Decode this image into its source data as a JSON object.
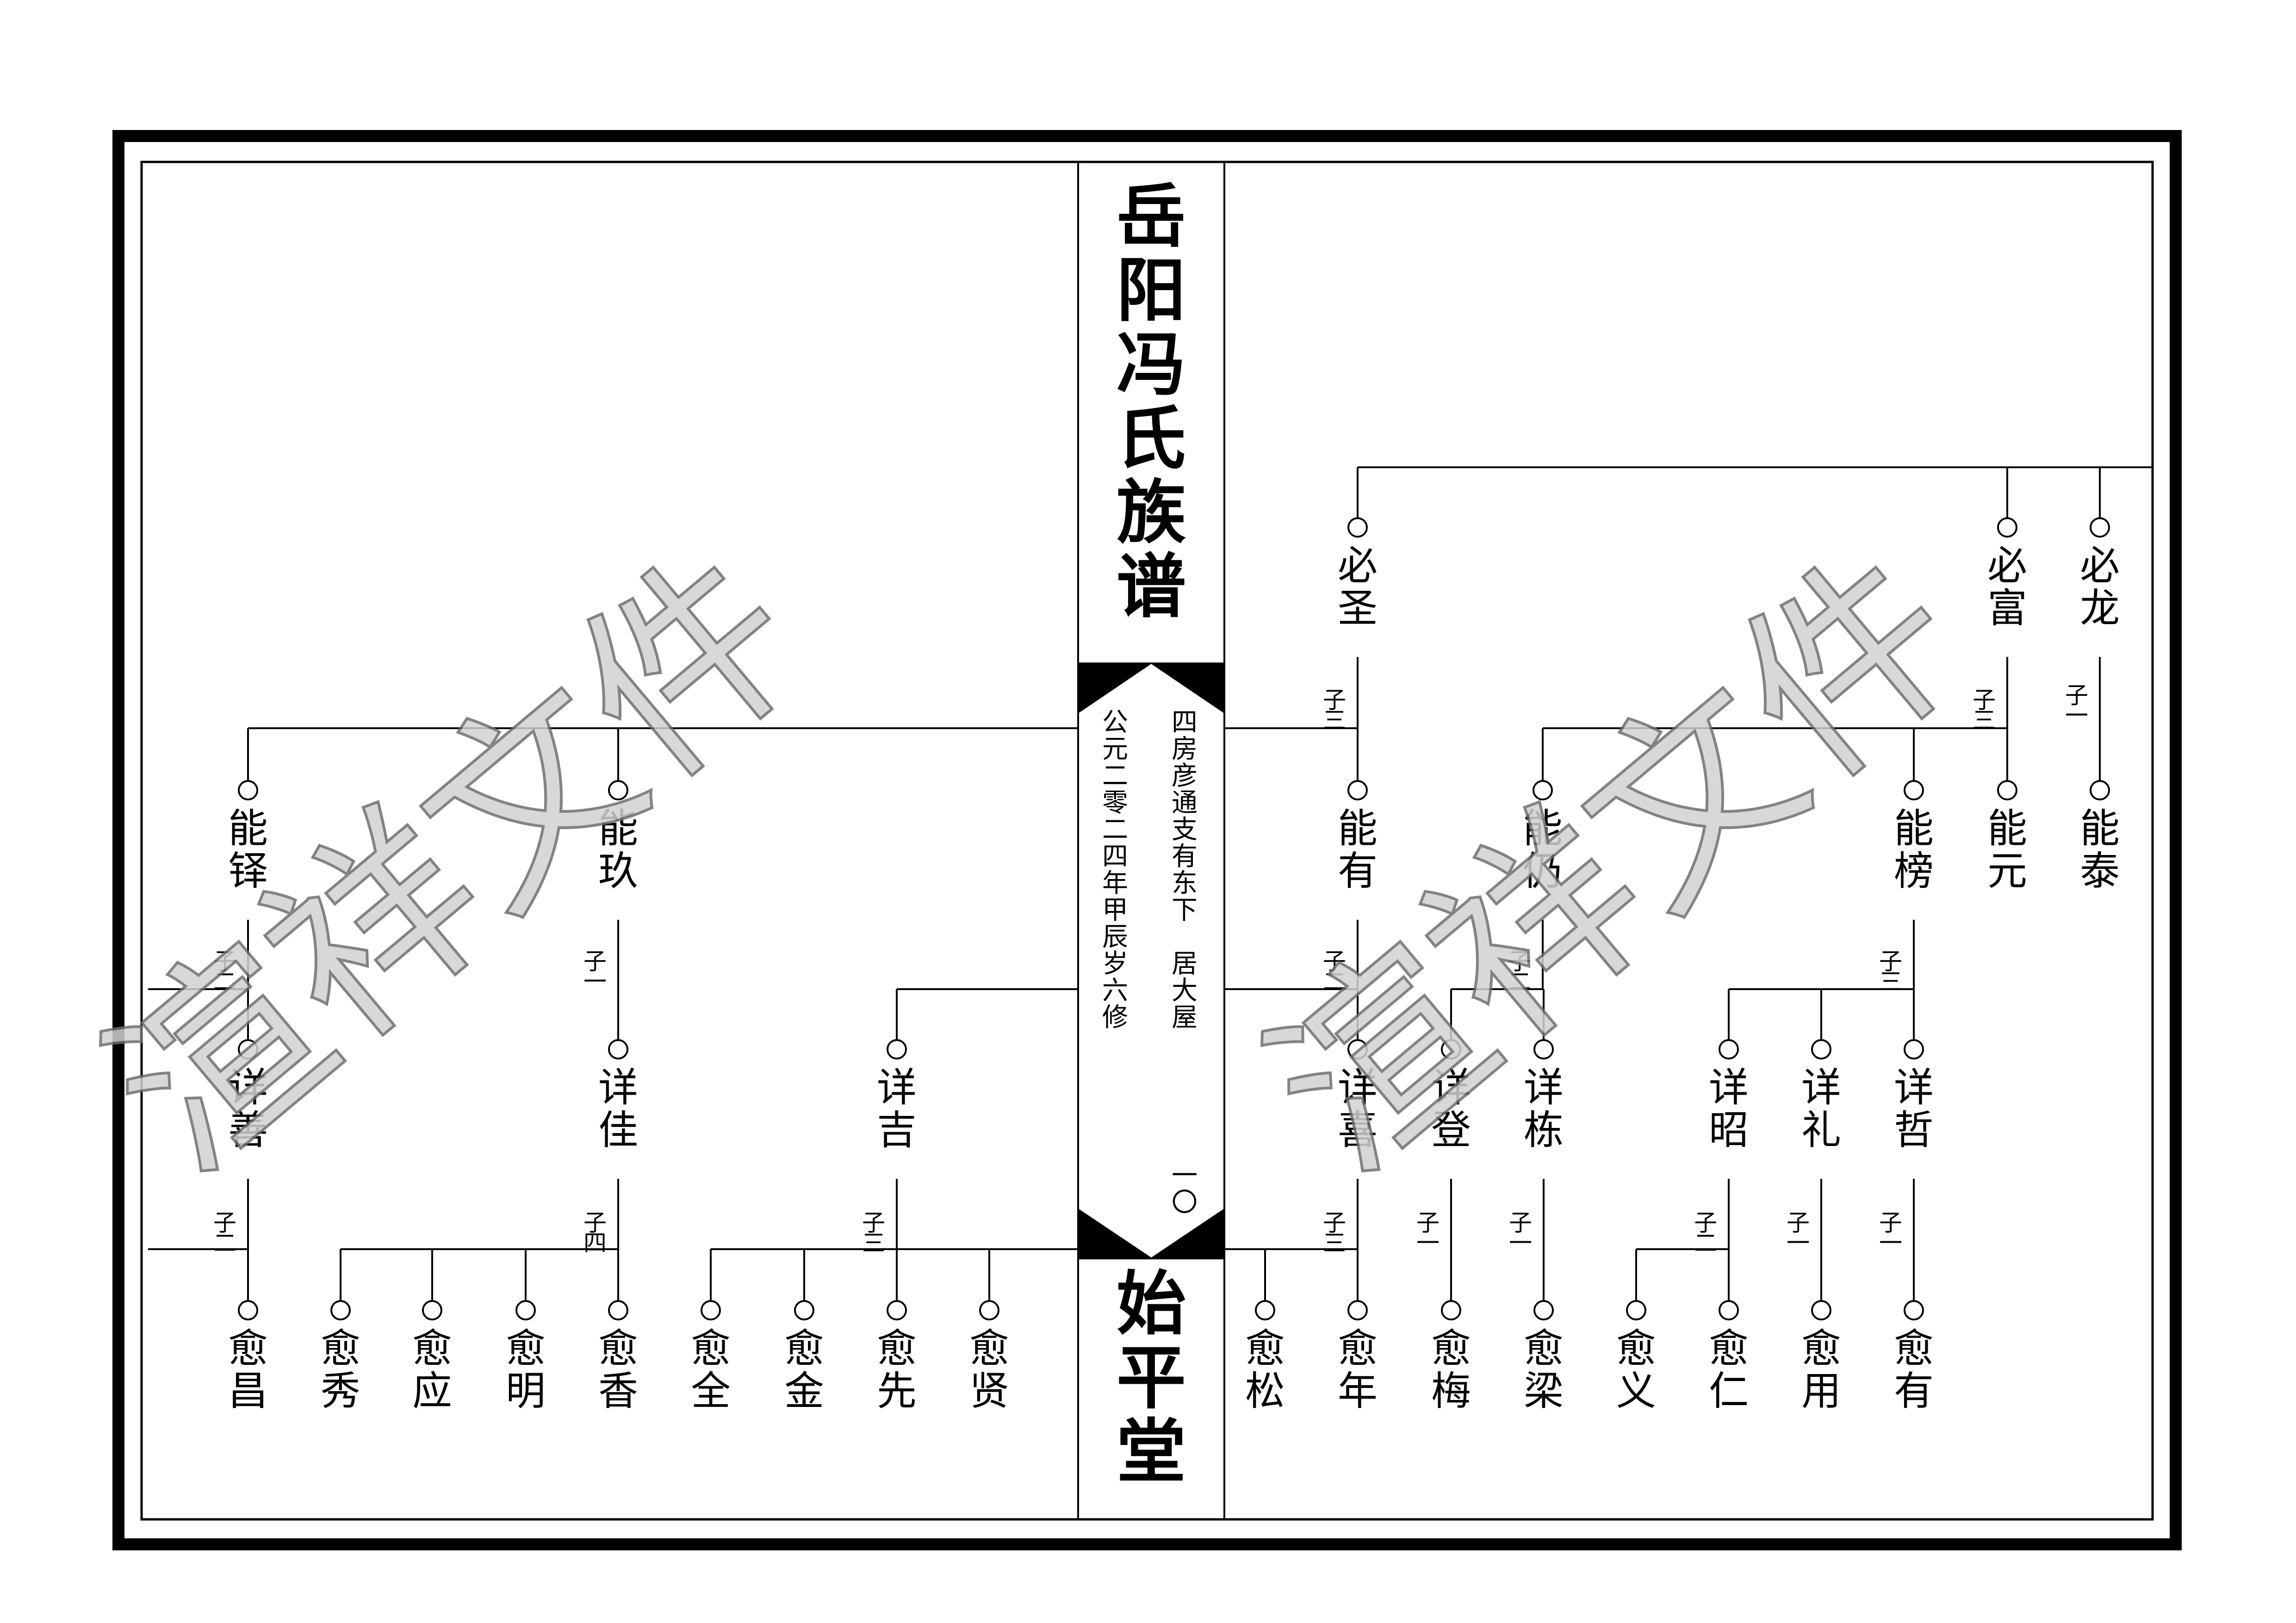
{
  "book": {
    "title": "岳阳冯氏族谱",
    "hall_name": "始平堂",
    "branch_text": "四房彦通支有东下　居大屋",
    "edition_text": "公元二零二四年甲辰岁六修",
    "page_number": "一〇"
  },
  "watermark": {
    "text": "渲祥文件"
  },
  "members": [
    {
      "id": "bilong",
      "name": "必龙"
    },
    {
      "id": "bifu",
      "name": "必富"
    },
    {
      "id": "bisheng",
      "name": "必圣"
    },
    {
      "id": "nengtai",
      "name": "能泰"
    },
    {
      "id": "nengyuan",
      "name": "能元"
    },
    {
      "id": "nengbang",
      "name": "能榜"
    },
    {
      "id": "nengreng",
      "name": "能仍"
    },
    {
      "id": "nengyou",
      "name": "能有"
    },
    {
      "id": "nengjiu",
      "name": "能玖"
    },
    {
      "id": "nengyi",
      "name": "能铎"
    },
    {
      "id": "xiangzhe",
      "name": "详哲"
    },
    {
      "id": "xiangli",
      "name": "详礼"
    },
    {
      "id": "xiangzhao",
      "name": "详昭"
    },
    {
      "id": "xiangdong",
      "name": "详栋"
    },
    {
      "id": "xiangdeng",
      "name": "详登"
    },
    {
      "id": "xiangxi",
      "name": "详喜"
    },
    {
      "id": "xiangji",
      "name": "详吉"
    },
    {
      "id": "xiangjia",
      "name": "详佳"
    },
    {
      "id": "xiangshan",
      "name": "详善"
    },
    {
      "id": "yuyou",
      "name": "愈有"
    },
    {
      "id": "yuyong",
      "name": "愈用"
    },
    {
      "id": "yuren",
      "name": "愈仁"
    },
    {
      "id": "yuyi",
      "name": "愈义"
    },
    {
      "id": "yuliang",
      "name": "愈梁"
    },
    {
      "id": "yumei",
      "name": "愈梅"
    },
    {
      "id": "yunian",
      "name": "愈年"
    },
    {
      "id": "yusong",
      "name": "愈松"
    },
    {
      "id": "yuxian",
      "name": "愈贤"
    },
    {
      "id": "yuxianfirst",
      "name": "愈先"
    },
    {
      "id": "yujin",
      "name": "愈金"
    },
    {
      "id": "yuquan",
      "name": "愈全"
    },
    {
      "id": "yuxiang",
      "name": "愈香"
    },
    {
      "id": "yuming",
      "name": "愈明"
    },
    {
      "id": "yuying",
      "name": "愈应"
    },
    {
      "id": "yuxiu",
      "name": "愈秀"
    },
    {
      "id": "yuchang",
      "name": "愈昌"
    }
  ],
  "child_counts": [
    {
      "id": "bilong",
      "label": "子一"
    },
    {
      "id": "bifu",
      "label": "子三"
    },
    {
      "id": "bisheng",
      "label": "子三"
    },
    {
      "id": "nengbang",
      "label": "子三"
    },
    {
      "id": "nengreng",
      "label": "子二"
    },
    {
      "id": "nengyou",
      "label": "子二"
    },
    {
      "id": "nengjiu",
      "label": "子一"
    },
    {
      "id": "nengyi",
      "label": "子二"
    },
    {
      "id": "xiangzhe",
      "label": "子一"
    },
    {
      "id": "xiangli",
      "label": "子一"
    },
    {
      "id": "xiangzhao",
      "label": "子二"
    },
    {
      "id": "xiangdong",
      "label": "子一"
    },
    {
      "id": "xiangdeng",
      "label": "子一"
    },
    {
      "id": "xiangxi",
      "label": "子三"
    },
    {
      "id": "xiangji",
      "label": "子三"
    },
    {
      "id": "xiangjia",
      "label": "子四"
    },
    {
      "id": "xiangshan",
      "label": "子二"
    }
  ]
}
